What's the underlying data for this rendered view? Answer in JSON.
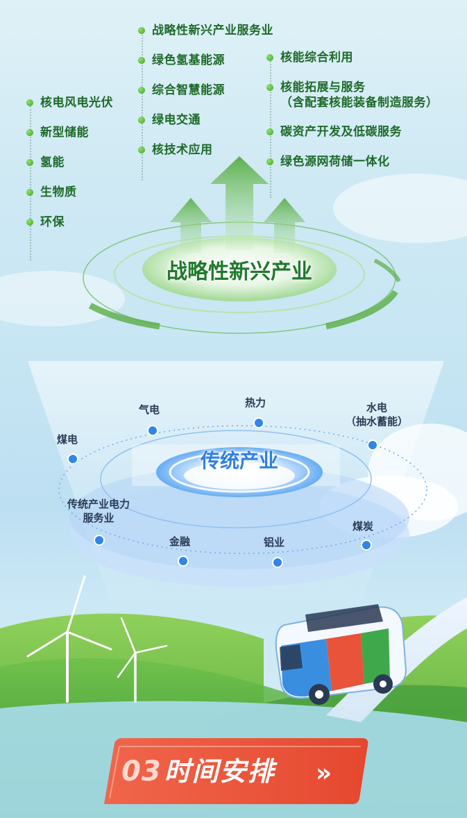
{
  "strategic": {
    "title": "战略性新兴产业",
    "col1": [
      "核电风电光伏",
      "新型储能",
      "氢能",
      "生物质",
      "环保"
    ],
    "col2": [
      "战略性新兴产业服务业",
      "绿色氢基能源",
      "综合智慧能源",
      "绿电交通",
      "核技术应用"
    ],
    "col3": [
      "核能综合利用",
      "核能拓展与服务",
      "碳资产开发及低碳服务",
      "绿色源网荷储一体化"
    ],
    "col3_sub": "（含配套核能装备制造服务）"
  },
  "traditional": {
    "title": "传统产业",
    "nodes": {
      "coal_power": "煤电",
      "gas_power": "气电",
      "heat": "热力",
      "hydro": "水电",
      "hydro_sub": "（抽水蓄能）",
      "service_1": "传统产业电力",
      "service_2": "服务业",
      "finance": "金融",
      "aluminum": "铝业",
      "coal": "煤炭"
    }
  },
  "banner": {
    "number": "03",
    "label": "时间安排"
  },
  "colors": {
    "green_text": "#1e6a2a",
    "green_accent": "#3aa11f",
    "blue_title": "#2f7fe0",
    "blue_dot": "#2f86e8",
    "banner_red": "#e8533a"
  }
}
